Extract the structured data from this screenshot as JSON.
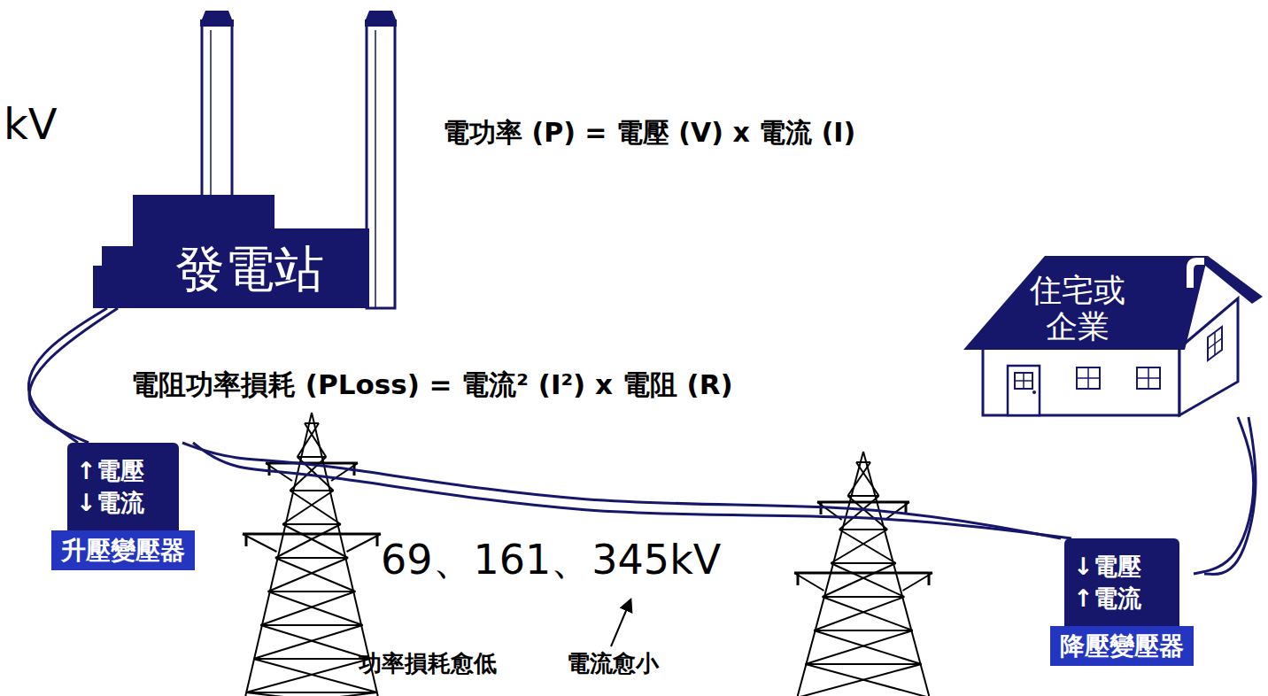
{
  "diagram": {
    "nodes": [
      {
        "text": [
          "發電站"
        ]
      },
      {
        "text": [
          "住宅或 企業"
        ]
      },
      {
        "text": [
          "↑電壓",
          "↓電流",
          "升壓變壓器"
        ]
      },
      {
        "text": [
          "↓電壓",
          "↑電流",
          "降壓變壓器"
        ]
      }
    ],
    "edges": [
      {
        "from": 0,
        "to": 2,
        "arrow": "none"
      },
      {
        "from": 2,
        "to": 3,
        "arrow": "none"
      },
      {
        "from": 3,
        "to": 1,
        "arrow": "none"
      }
    ],
    "labels": [
      "kV",
      "電功率 (P) = 電壓 (V) x 電流 (I)",
      "電阻功率損耗 (PLoss) = 電流² (I²) x 電阻 (R)",
      "69、161、345kV",
      "功率損耗愈低",
      "電流愈小"
    ]
  }
}
